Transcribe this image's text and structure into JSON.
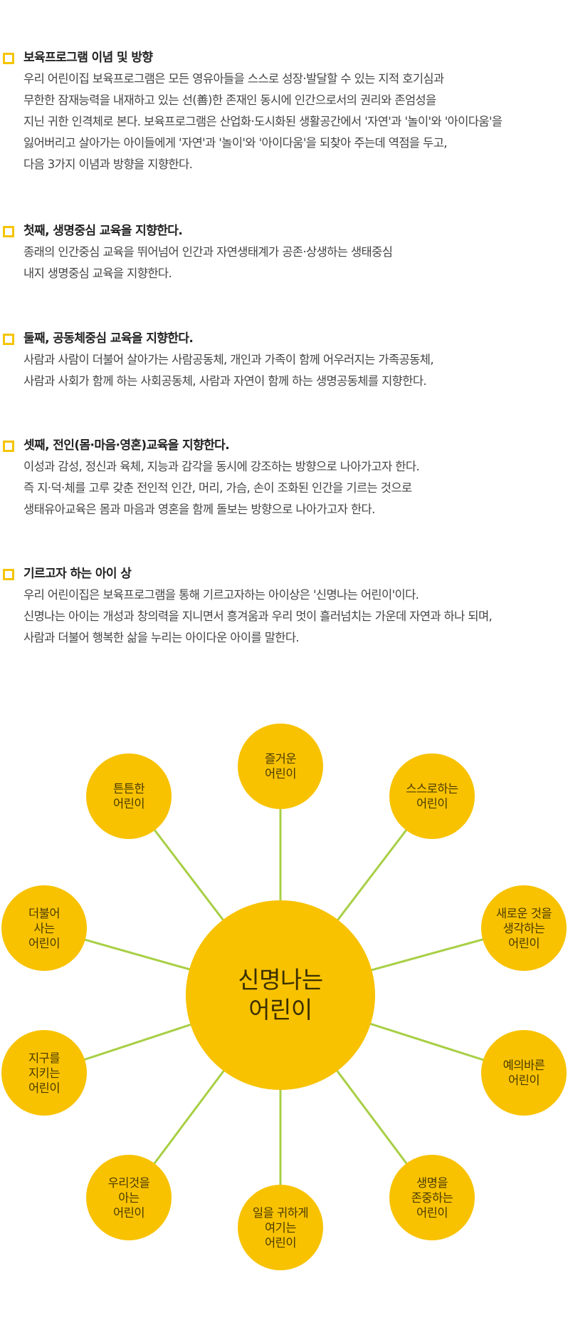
{
  "sections": [
    {
      "title": "보육프로그램 이념 및 방향",
      "lines": [
        "우리 어린이집 보육프로그램은 모든 영유아들을 스스로 성장·발달할 수 있는 지적 호기심과",
        "무한한 잠재능력을 내재하고 있는 선(善)한 존재인 동시에 인간으로서의 권리와 존엄성을",
        "지닌 귀한 인격체로 본다. 보육프로그램은 산업화·도시화된 생활공간에서 '자연'과 '놀이'와 '아이다움'을",
        "잃어버리고 살아가는 아이들에게 '자연'과 '놀이'와 '아이다움'을 되찾아 주는데 역점을 두고,",
        "다음 3가지 이념과 방향을 지향한다."
      ]
    },
    {
      "title": "첫째, 생명중심 교육을 지향한다.",
      "lines": [
        "종래의 인간중심 교육을 뛰어넘어 인간과 자연생태계가 공존·상생하는 생태중심",
        "내지 생명중심 교육을 지향한다."
      ]
    },
    {
      "title": "둘째, 공동체중심 교육을 지향한다.",
      "lines": [
        "사람과 사람이 더불어 살아가는 사람공동체, 개인과 가족이 함께 어우러지는 가족공동체,",
        "사람과 사회가 함께 하는 사회공동체, 사람과 자연이 함께 하는 생명공동체를 지향한다."
      ]
    },
    {
      "title": "셋째, 전인(몸·마음·영혼)교육을 지향한다.",
      "lines": [
        "이성과 감성, 정신과 육체, 지능과 감각을 동시에 강조하는 방향으로 나아가고자 한다.",
        "즉 지·덕·체를 고루 갖춘 전인적 인간, 머리, 가슴, 손이 조화된 인간을 기르는 것으로",
        "생태유아교육은 몸과 마음과 영혼을 함께 돌보는 방향으로 나아가고자 한다."
      ]
    },
    {
      "title": "기르고자 하는 아이 상",
      "lines": [
        "우리 어린이집은 보육프로그램을 통해 기르고자하는 아이상은 '신명나는 어린이'이다.",
        "신명나는 아이는 개성과 창의력을 지니면서 흥겨움과 우리 멋이 흘러넘치는 가운데 자연과 하나 되며,",
        "사람과 더불어 행복한 삶을 누리는 아이다운 아이를 말한다."
      ]
    }
  ],
  "diagram": {
    "center_label": "신명나는\n어린이",
    "nodes": [
      "즐거운\n어린이",
      "스스로하는\n어린이",
      "새로운 것을\n생각하는\n어린이",
      "예의바른\n어린이",
      "생명을\n존중하는\n어린이",
      "일을 귀하게\n여기는\n어린이",
      "우리것을\n아는\n어린이",
      "지구를\n지키는\n어린이",
      "더불어\n사는\n어린이",
      "튼튼한\n어린이"
    ],
    "colors": {
      "node_fill": "#f8c200",
      "connector": "#a8cf45",
      "bullet": "#f5c400"
    }
  }
}
